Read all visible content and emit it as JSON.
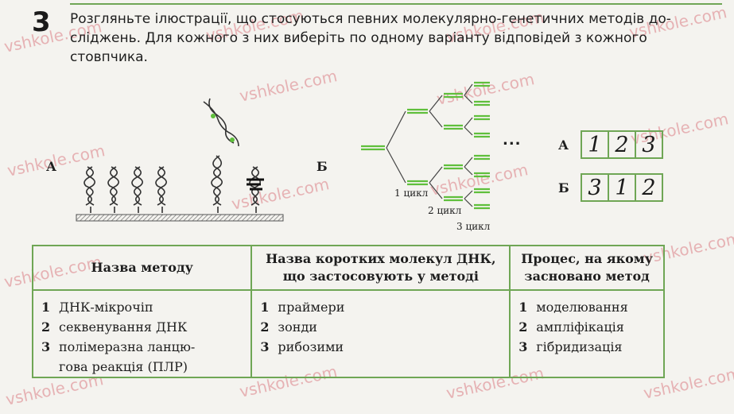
{
  "question": {
    "number": "3",
    "text": "Розгляньте ілюстрації, що стосуються певних молекулярно-генетичних методів до­сліджень. Для кожного з них виберіть по одному варіанту відповідей з кожного стовпчика."
  },
  "figure": {
    "label_a": "А",
    "label_b": "Б",
    "cycles": [
      "1 цикл",
      "2 цикл",
      "3 цикл"
    ],
    "ellipsis": "..."
  },
  "answers": [
    {
      "label": "А",
      "digits": [
        "1",
        "2",
        "3"
      ]
    },
    {
      "label": "Б",
      "digits": [
        "3",
        "1",
        "2"
      ]
    }
  ],
  "table": {
    "headers": [
      "Назва методу",
      "Назва коротких молекул ДНК, що застосовують у методі",
      "Процес, на якому засновано метод"
    ],
    "columns": [
      [
        {
          "num": "1",
          "text": "ДНК-мікрочіп"
        },
        {
          "num": "2",
          "text": "секвенування ДНК"
        },
        {
          "num": "3",
          "text": "полімеразна ланцю­гова реакція (ПЛР)"
        }
      ],
      [
        {
          "num": "1",
          "text": "праймери"
        },
        {
          "num": "2",
          "text": "зонди"
        },
        {
          "num": "3",
          "text": "рибозими"
        }
      ],
      [
        {
          "num": "1",
          "text": "моделювання"
        },
        {
          "num": "2",
          "text": "ампліфікація"
        },
        {
          "num": "3",
          "text": "гібридизація"
        }
      ]
    ]
  },
  "watermark": "vshkole.com",
  "colors": {
    "accent": "#6fa655",
    "watermark": "#e6b2b4",
    "dna_green": "#5fbf3c"
  }
}
